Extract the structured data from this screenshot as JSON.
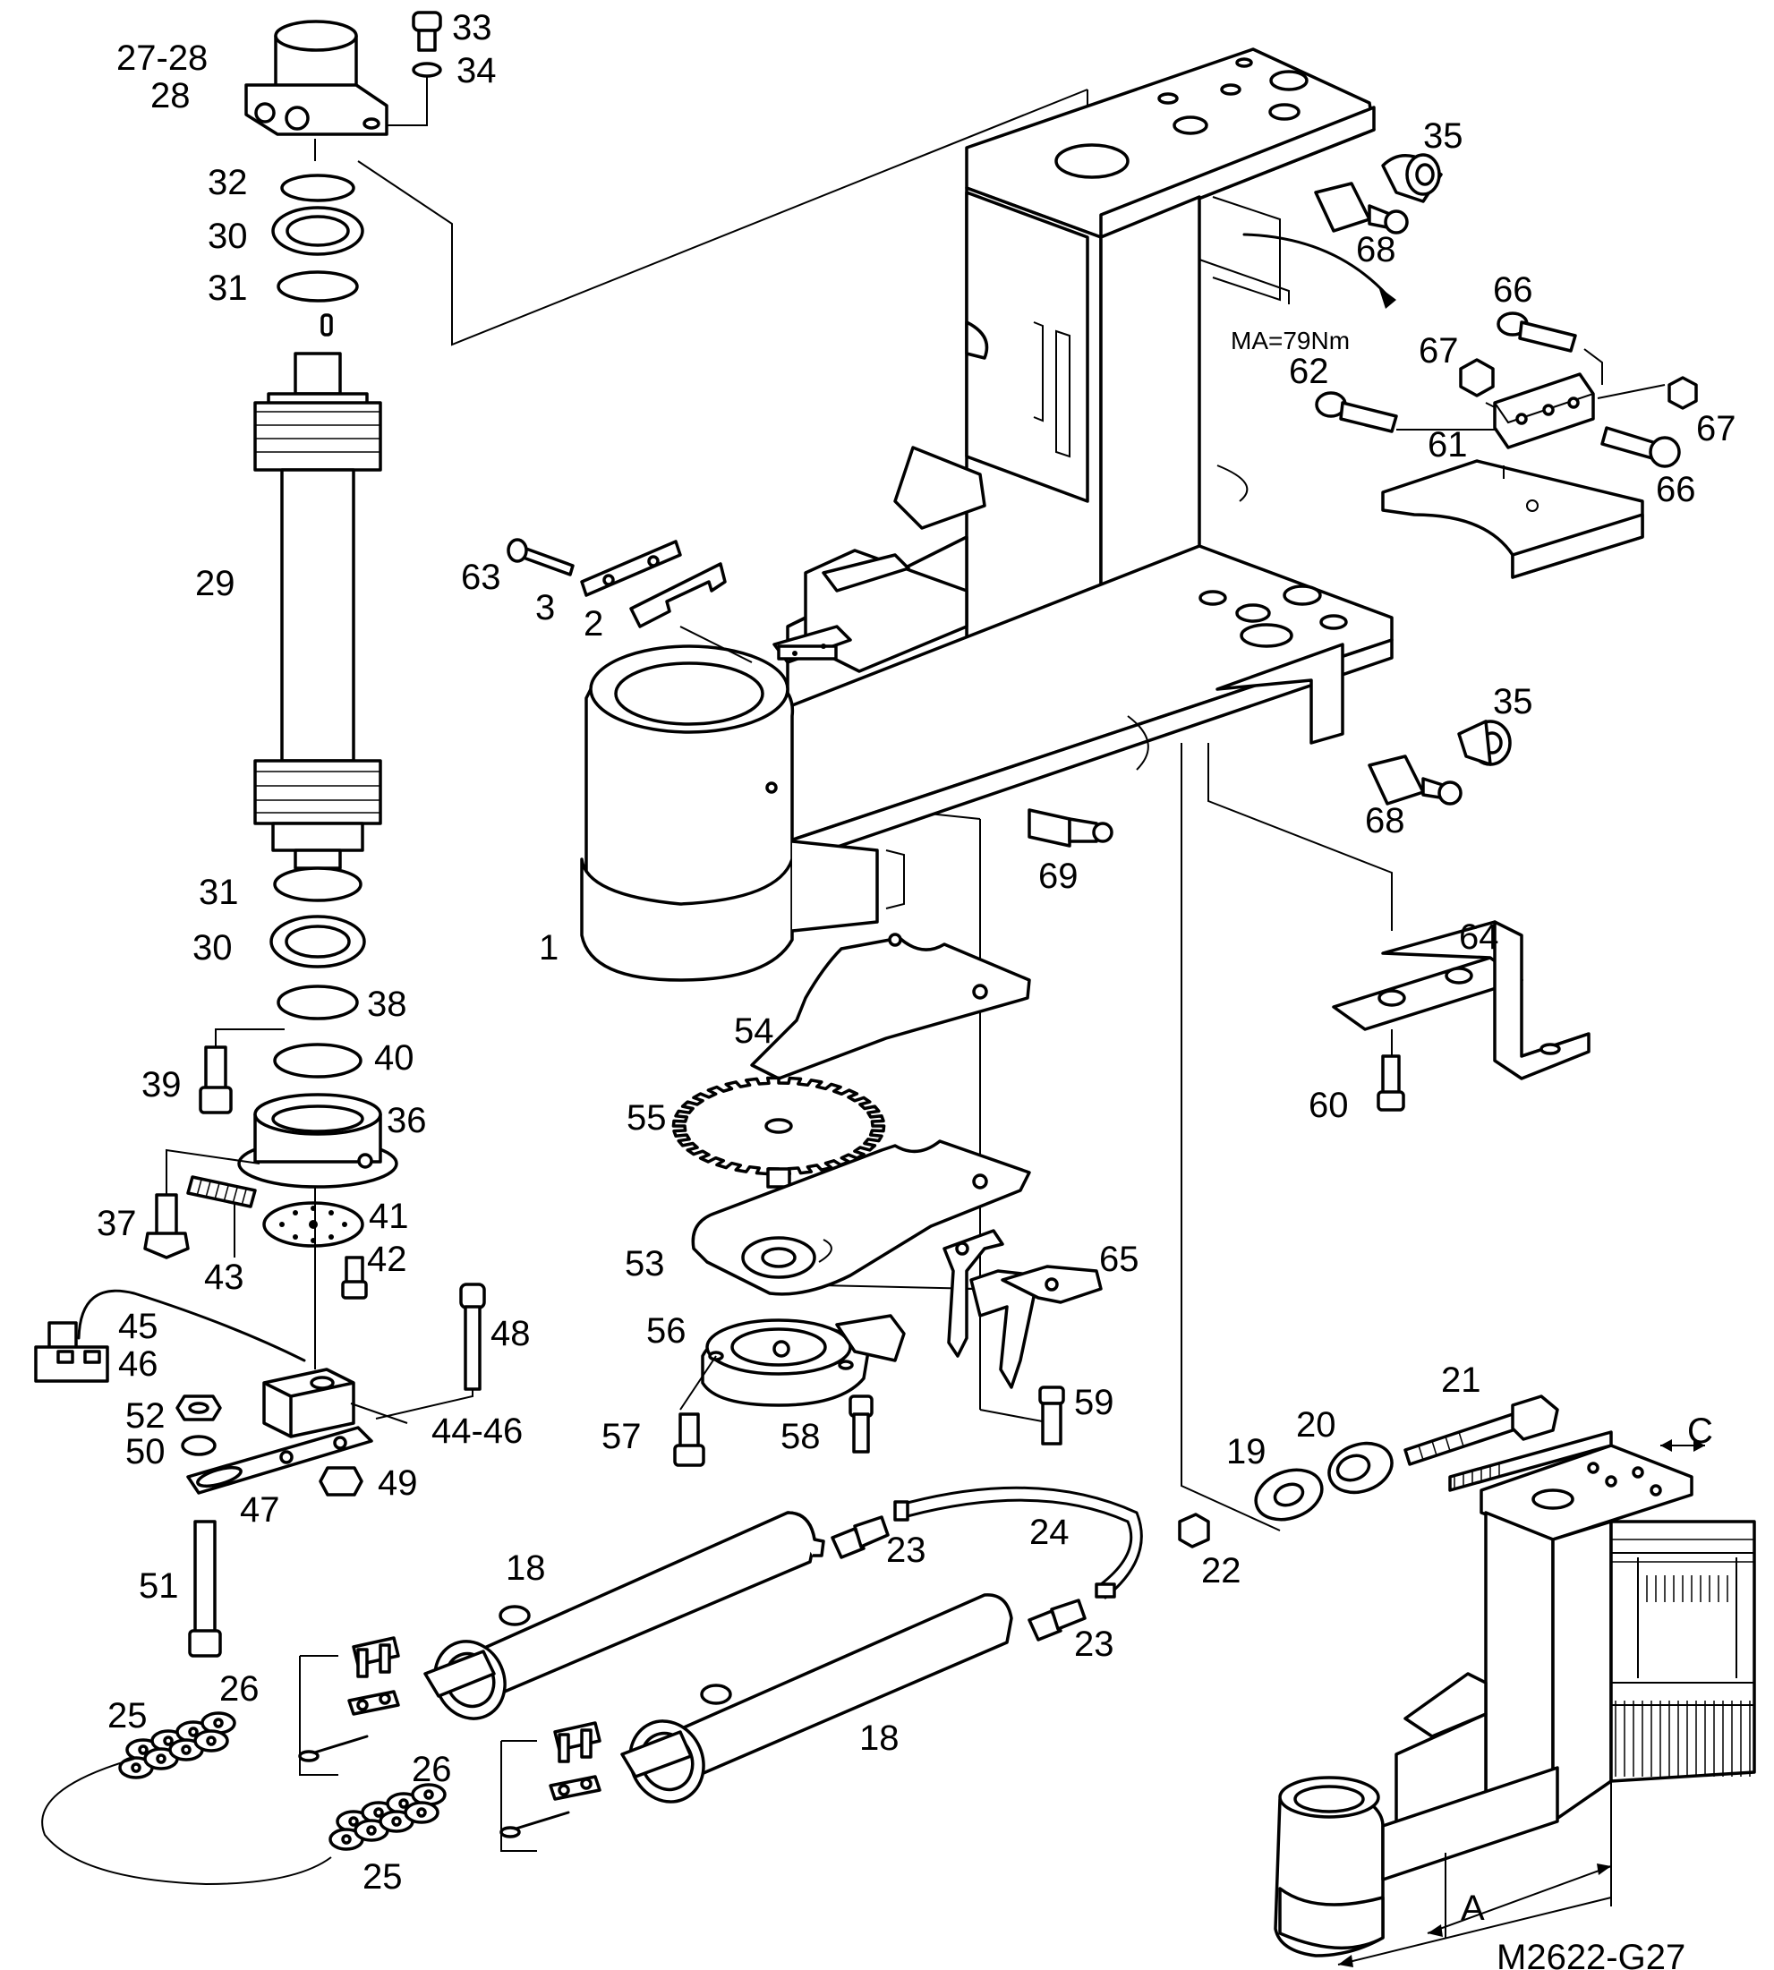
{
  "drawing": {
    "id": "M2622-G27",
    "torque_note": "MA=79Nm",
    "view_labels": {
      "a": "A",
      "c": "C"
    },
    "callouts": [
      {
        "key": "c27_28",
        "text": "27-28"
      },
      {
        "key": "c28",
        "text": "28"
      },
      {
        "key": "c33",
        "text": "33"
      },
      {
        "key": "c34",
        "text": "34"
      },
      {
        "key": "c32",
        "text": "32"
      },
      {
        "key": "c30a",
        "text": "30"
      },
      {
        "key": "c31a",
        "text": "31"
      },
      {
        "key": "c29",
        "text": "29"
      },
      {
        "key": "c31b",
        "text": "31"
      },
      {
        "key": "c30b",
        "text": "30"
      },
      {
        "key": "c38",
        "text": "38"
      },
      {
        "key": "c40",
        "text": "40"
      },
      {
        "key": "c39",
        "text": "39"
      },
      {
        "key": "c36",
        "text": "36"
      },
      {
        "key": "c37",
        "text": "37"
      },
      {
        "key": "c41",
        "text": "41"
      },
      {
        "key": "c43",
        "text": "43"
      },
      {
        "key": "c42",
        "text": "42"
      },
      {
        "key": "c48",
        "text": "48"
      },
      {
        "key": "c45",
        "text": "45"
      },
      {
        "key": "c46",
        "text": "46"
      },
      {
        "key": "c52",
        "text": "52"
      },
      {
        "key": "c50",
        "text": "50"
      },
      {
        "key": "c44_46",
        "text": "44-46"
      },
      {
        "key": "c49",
        "text": "49"
      },
      {
        "key": "c47",
        "text": "47"
      },
      {
        "key": "c51",
        "text": "51"
      },
      {
        "key": "c26a",
        "text": "26"
      },
      {
        "key": "c25a",
        "text": "25"
      },
      {
        "key": "c26b",
        "text": "26"
      },
      {
        "key": "c25b",
        "text": "25"
      },
      {
        "key": "c18a",
        "text": "18"
      },
      {
        "key": "c18b",
        "text": "18"
      },
      {
        "key": "c23a",
        "text": "23"
      },
      {
        "key": "c23b",
        "text": "23"
      },
      {
        "key": "c24",
        "text": "24"
      },
      {
        "key": "c22",
        "text": "22"
      },
      {
        "key": "c19",
        "text": "19"
      },
      {
        "key": "c20",
        "text": "20"
      },
      {
        "key": "c21",
        "text": "21"
      },
      {
        "key": "c1",
        "text": "1"
      },
      {
        "key": "c63",
        "text": "63"
      },
      {
        "key": "c3",
        "text": "3"
      },
      {
        "key": "c2",
        "text": "2"
      },
      {
        "key": "c69",
        "text": "69"
      },
      {
        "key": "c54",
        "text": "54"
      },
      {
        "key": "c55",
        "text": "55"
      },
      {
        "key": "c53",
        "text": "53"
      },
      {
        "key": "c56",
        "text": "56"
      },
      {
        "key": "c57",
        "text": "57"
      },
      {
        "key": "c58",
        "text": "58"
      },
      {
        "key": "c65",
        "text": "65"
      },
      {
        "key": "c59",
        "text": "59"
      },
      {
        "key": "c35a",
        "text": "35"
      },
      {
        "key": "c68a",
        "text": "68"
      },
      {
        "key": "c66a",
        "text": "66"
      },
      {
        "key": "c67a",
        "text": "67"
      },
      {
        "key": "c62",
        "text": "62"
      },
      {
        "key": "c61",
        "text": "61"
      },
      {
        "key": "c67b",
        "text": "67"
      },
      {
        "key": "c66b",
        "text": "66"
      },
      {
        "key": "c35b",
        "text": "35"
      },
      {
        "key": "c68b",
        "text": "68"
      },
      {
        "key": "c64",
        "text": "64"
      },
      {
        "key": "c60",
        "text": "60"
      }
    ]
  }
}
